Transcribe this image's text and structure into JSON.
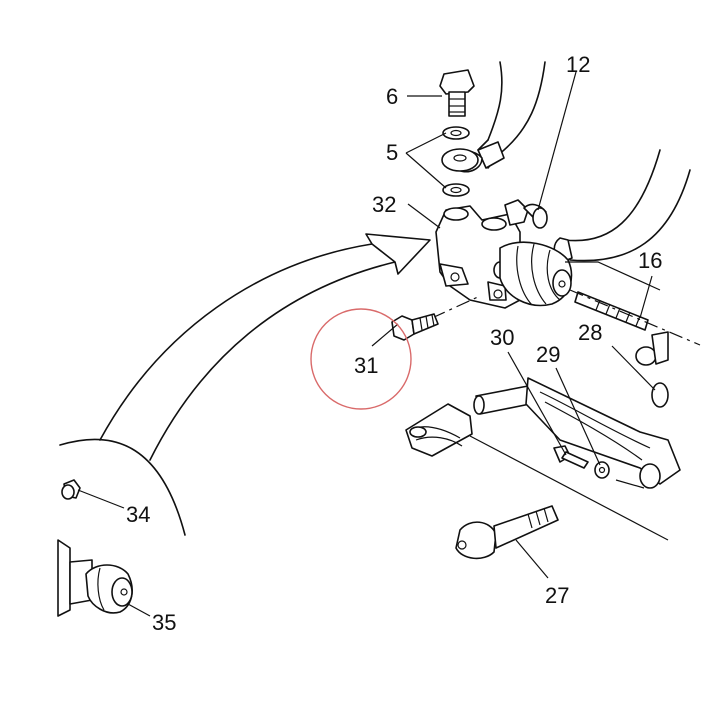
{
  "diagram": {
    "callouts": [
      {
        "id": "6",
        "text": "6"
      },
      {
        "id": "5",
        "text": "5"
      },
      {
        "id": "12",
        "text": "12"
      },
      {
        "id": "32",
        "text": "32"
      },
      {
        "id": "16",
        "text": "16"
      },
      {
        "id": "28",
        "text": "28"
      },
      {
        "id": "30",
        "text": "30"
      },
      {
        "id": "29",
        "text": "29"
      },
      {
        "id": "31",
        "text": "31"
      },
      {
        "id": "34",
        "text": "34"
      },
      {
        "id": "35",
        "text": "35"
      },
      {
        "id": "27",
        "text": "27"
      }
    ],
    "highlight": {
      "target": "31",
      "color": "#d96a6a"
    }
  }
}
